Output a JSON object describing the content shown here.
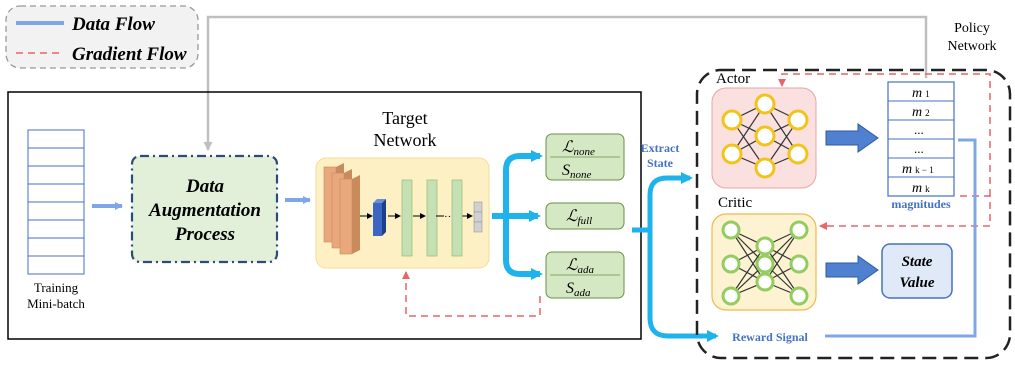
{
  "legend": {
    "data_flow": "Data Flow",
    "gradient_flow": "Gradient Flow"
  },
  "training": {
    "label_line1": "Training",
    "label_line2": "Mini-batch"
  },
  "augmentation": {
    "line1": "Data",
    "line2": "Augmentation",
    "line3": "Process"
  },
  "target": {
    "title_line1": "Target",
    "title_line2": "Network",
    "dots": "···"
  },
  "losses": {
    "none_loss": "L",
    "none_loss_sub": "none",
    "none_state": "S",
    "none_state_sub": "none",
    "full_loss": "L",
    "full_loss_sub": "full",
    "ada_loss": "L",
    "ada_loss_sub": "ada",
    "ada_state": "S",
    "ada_state_sub": "ada"
  },
  "extract_state": {
    "line1": "Extract",
    "line2": "State"
  },
  "policy": {
    "title_line1": "Policy",
    "title_line2": "Network",
    "actor": "Actor",
    "critic": "Critic",
    "magnitudes_label": "magnitudes",
    "magnitudes": [
      {
        "m": "m",
        "sub": "1"
      },
      {
        "m": "m",
        "sub": "2"
      },
      {
        "m": "...",
        "sub": ""
      },
      {
        "m": "...",
        "sub": ""
      },
      {
        "m": "m",
        "sub": "k − 1"
      },
      {
        "m": "m",
        "sub": "k"
      }
    ],
    "state_value_line1": "State",
    "state_value_line2": "Value",
    "reward_signal": "Reward Signal"
  },
  "colors": {
    "data_flow": "#7fa7e8",
    "gradient_flow": "#e8656a",
    "gray_flow": "#bfbfbf",
    "cyan_flow": "#1fb3ec",
    "aug_fill": "#e2f0d9",
    "aug_border": "#2e4a7a",
    "target_fill": "#fdf0c4",
    "loss_fill": "#d5e8c4",
    "actor_fill": "#fbe0e0",
    "critic_fill": "#fdf3d2",
    "state_fill": "#dfe9f7",
    "node_yellow": "#f2c41a",
    "node_green": "#93cc5f",
    "blue_text": "#4472c4"
  }
}
